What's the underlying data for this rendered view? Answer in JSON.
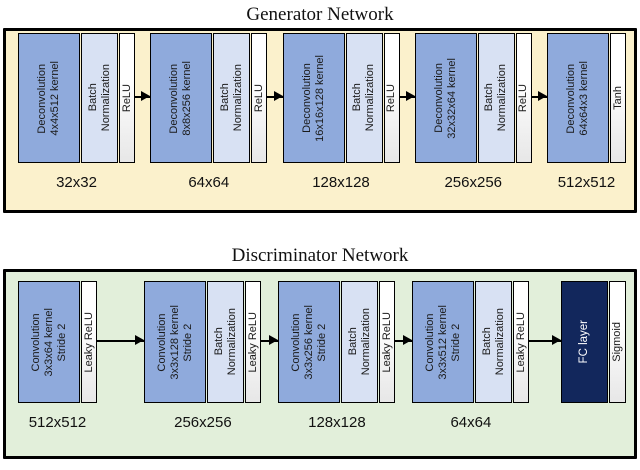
{
  "generator": {
    "title": "Generator Network",
    "blocks": [
      {
        "layers": [
          {
            "lines": [
              "Deconvolution",
              "4x4x512 kernel"
            ]
          },
          {
            "lines": [
              "Batch",
              "Normalization"
            ]
          },
          {
            "lines": [
              "ReLU"
            ]
          }
        ],
        "size": "32x32"
      },
      {
        "layers": [
          {
            "lines": [
              "Deconvolution",
              "8x8x256 kernel"
            ]
          },
          {
            "lines": [
              "Batch",
              "Normalization"
            ]
          },
          {
            "lines": [
              "ReLU"
            ]
          }
        ],
        "size": "64x64"
      },
      {
        "layers": [
          {
            "lines": [
              "Deconvolution",
              "16x16x128 kernel"
            ]
          },
          {
            "lines": [
              "Batch",
              "Normalization"
            ]
          },
          {
            "lines": [
              "ReLU"
            ]
          }
        ],
        "size": "128x128"
      },
      {
        "layers": [
          {
            "lines": [
              "Deconvolution",
              "32x32x64 kernel"
            ]
          },
          {
            "lines": [
              "Batch",
              "Normalization"
            ]
          },
          {
            "lines": [
              "ReLU"
            ]
          }
        ],
        "size": "256x256"
      },
      {
        "layers": [
          {
            "lines": [
              "Deconvolution",
              "64x64x3 kernel"
            ]
          },
          {
            "lines": [
              "Tanh"
            ]
          }
        ],
        "size": "512x512"
      }
    ]
  },
  "discriminator": {
    "title": "Discriminator Network",
    "blocks": [
      {
        "layers": [
          {
            "lines": [
              "Convolution",
              "3x3x64 kernel",
              "Stride 2"
            ]
          },
          {
            "lines": [
              "Leaky ReLU"
            ]
          }
        ],
        "size": "512x512"
      },
      {
        "layers": [
          {
            "lines": [
              "Convolution",
              "3x3x128 kernel",
              "Stride 2"
            ]
          },
          {
            "lines": [
              "Batch",
              "Normalization"
            ]
          },
          {
            "lines": [
              "Leaky ReLU"
            ]
          }
        ],
        "size": "256x256"
      },
      {
        "layers": [
          {
            "lines": [
              "Convolution",
              "3x3x256 kernel",
              "Stride 2"
            ]
          },
          {
            "lines": [
              "Batch",
              "Normalization"
            ]
          },
          {
            "lines": [
              "Leaky ReLU"
            ]
          }
        ],
        "size": "128x128"
      },
      {
        "layers": [
          {
            "lines": [
              "Convolution",
              "3x3x512 kernel",
              "Stride 2"
            ]
          },
          {
            "lines": [
              "Batch",
              "Normalization"
            ]
          },
          {
            "lines": [
              "Leaky ReLU"
            ]
          }
        ],
        "size": "64x64"
      },
      {
        "layers": [
          {
            "lines": [
              "FC layer"
            ]
          },
          {
            "lines": [
              "Sigmoid"
            ]
          }
        ]
      }
    ]
  },
  "colors": {
    "generator_panel_bg": "#FBF1CC",
    "discriminator_panel_bg": "#E2EFDA",
    "conv_layer": "#8FAADC",
    "batch_norm_layer": "#D8E1F3",
    "activation_layer": "#FFFFFF",
    "fc_layer": "#12275C",
    "border": "#000000"
  }
}
